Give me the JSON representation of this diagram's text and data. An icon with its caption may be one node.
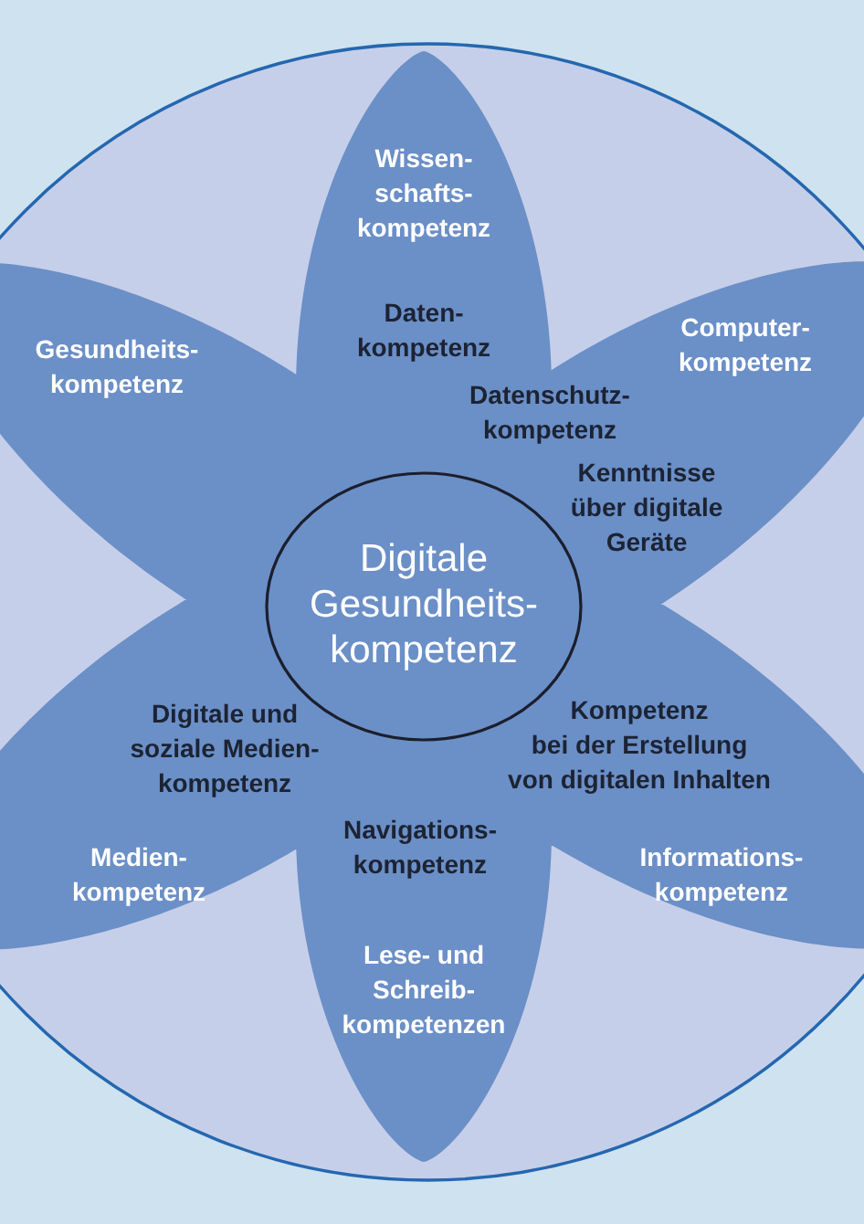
{
  "diagram": {
    "nodes": [
      {
        "text": [],
        "shape": "circle"
      },
      {
        "text": [
          "Wissen- schafts- kompetenz",
          "Gesundheits- kompetenz",
          "Daten- kompetenz",
          "Computer- kompetenz",
          "Datenschutz- kompetenz",
          "Kenntnisse über digitale Geräte",
          "Digitale und soziale Medien- kompetenz",
          "Kompetenz bei der Erstellung von digitalen Inhalten",
          "Medien- kompetenz",
          "Navigations- kompetenz",
          "Informations- kompetenz",
          "Lese- und Schreib- kompetenzen"
        ],
        "in": 0
      },
      {
        "text": [
          "Digitale Gesundheits- kompetenz"
        ],
        "in": 1
      }
    ]
  }
}
